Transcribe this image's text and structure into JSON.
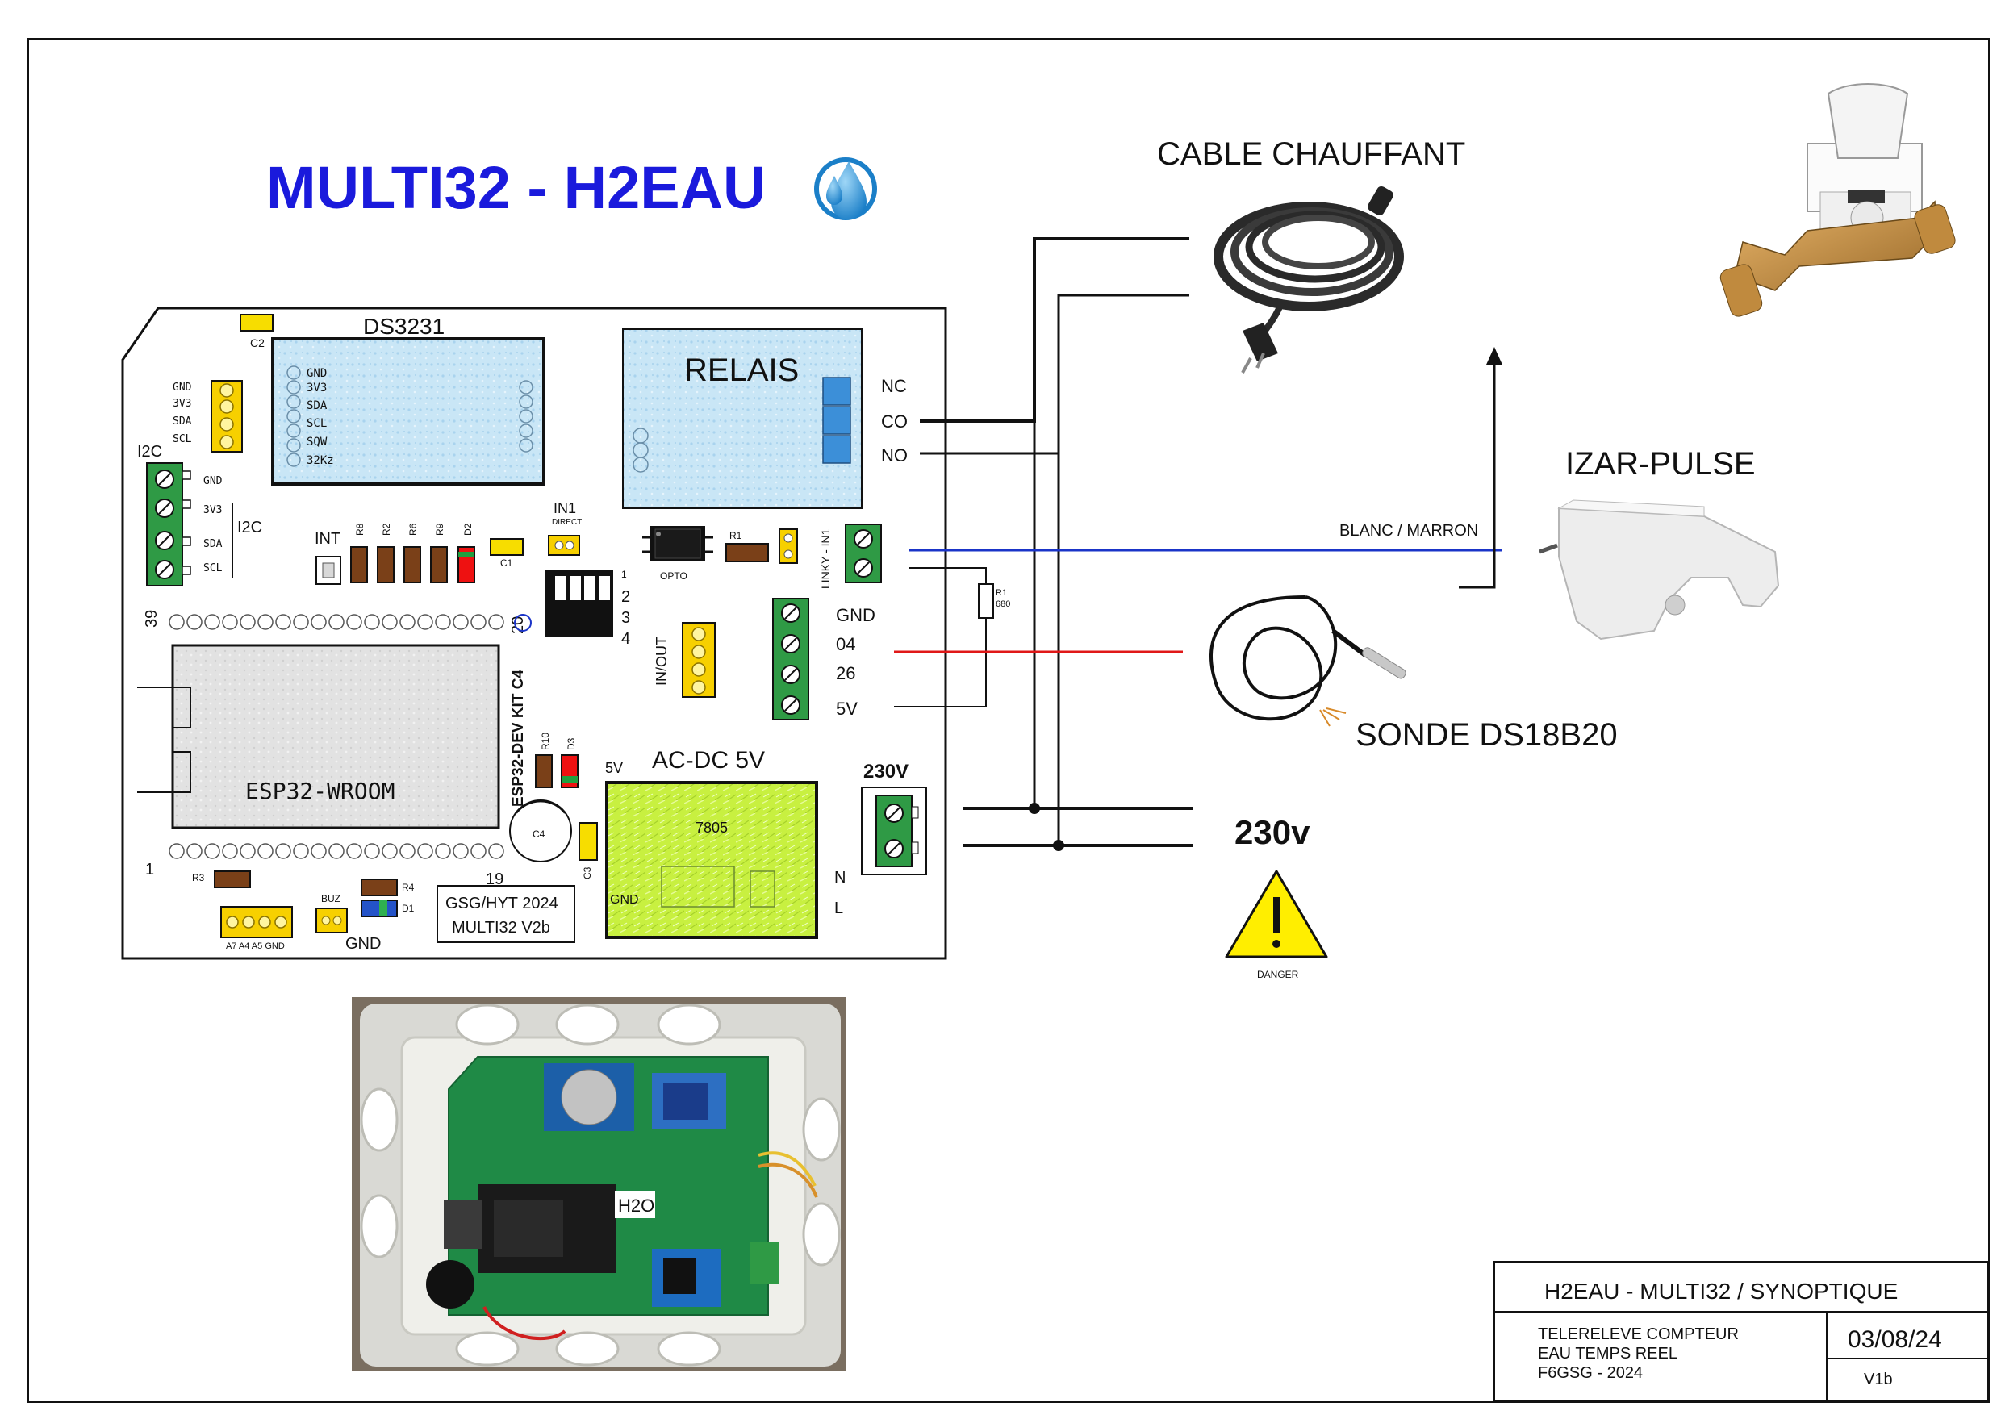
{
  "title": "MULTI32 - H2EAU",
  "colors": {
    "title": "#1a1adc",
    "wire_blue": "#1a34c8",
    "wire_red": "#e01818",
    "relay_blue": "#cfe8f6",
    "acdc_green": "#c8f040",
    "terminal_green": "#2f9a45",
    "danger_yellow": "#ffee00"
  },
  "board": {
    "ds3231": {
      "label": "DS3231",
      "pins": [
        "GND",
        "3V3",
        "SDA",
        "SCL",
        "SQW",
        "32Kz"
      ]
    },
    "relais": {
      "label": "RELAIS",
      "pins": [
        "NC",
        "CO",
        "NO"
      ]
    },
    "i2c_header": {
      "label": "I2C",
      "pins": [
        "GND",
        "3V3",
        "SDA",
        "SCL"
      ]
    },
    "i2c_terminal": {
      "label": "I2C",
      "pins": [
        "GND",
        "3V3",
        "SDA",
        "SCL"
      ]
    },
    "c2": "C2",
    "int": "INT",
    "resistors": [
      "R8",
      "R2",
      "R6",
      "R9"
    ],
    "d2": "D2",
    "c1": "C1",
    "in1": {
      "label": "IN1",
      "sub": "DIRECT"
    },
    "r1": "R1",
    "opto": "OPTO",
    "linky": "LINKY - IN1",
    "dip": [
      "1",
      "2",
      "3",
      "4"
    ],
    "in_out": "IN/OUT",
    "gpio_terminal": [
      "GND",
      "04",
      "26",
      "5V"
    ],
    "pin_39": "39",
    "pin_20": "20",
    "pin_1": "1",
    "pin_19": "19",
    "esp32": "ESP32-WROOM",
    "esp32_kit": "ESP32-DEV KIT C4",
    "r10": "R10",
    "d3": "D3",
    "c4": "C4",
    "c3": "C3",
    "acdc": {
      "label": "AC-DC 5V",
      "five_v": "5V",
      "reg": "7805",
      "gnd": "GND"
    },
    "v230": {
      "label": "230V",
      "n": "N",
      "l": "L"
    },
    "r3": "R3",
    "r4": "R4",
    "d1": "D1",
    "analog_pins": "A7 A4 A5 GND",
    "buz": "BUZ",
    "gnd": "GND",
    "credit_1": "GSG/HYT 2024",
    "credit_2": "MULTI32 V2b"
  },
  "external": {
    "cable": "CABLE CHAUFFANT",
    "izar": "IZAR-PULSE",
    "blanc_marron": "BLANC / MARRON",
    "r1_ext": "R1",
    "r1_ext_val": "680",
    "sonde": "SONDE DS18B20",
    "v230": "230v",
    "danger": "DANGER"
  },
  "photo": {
    "h2o": "H2O"
  },
  "title_block": {
    "header": "H2EAU - MULTI32 / SYNOPTIQUE",
    "lines": [
      "TELERELEVE COMPTEUR",
      "EAU TEMPS REEL",
      "F6GSG -  2024"
    ],
    "date": "03/08/24",
    "version": "V1b"
  }
}
